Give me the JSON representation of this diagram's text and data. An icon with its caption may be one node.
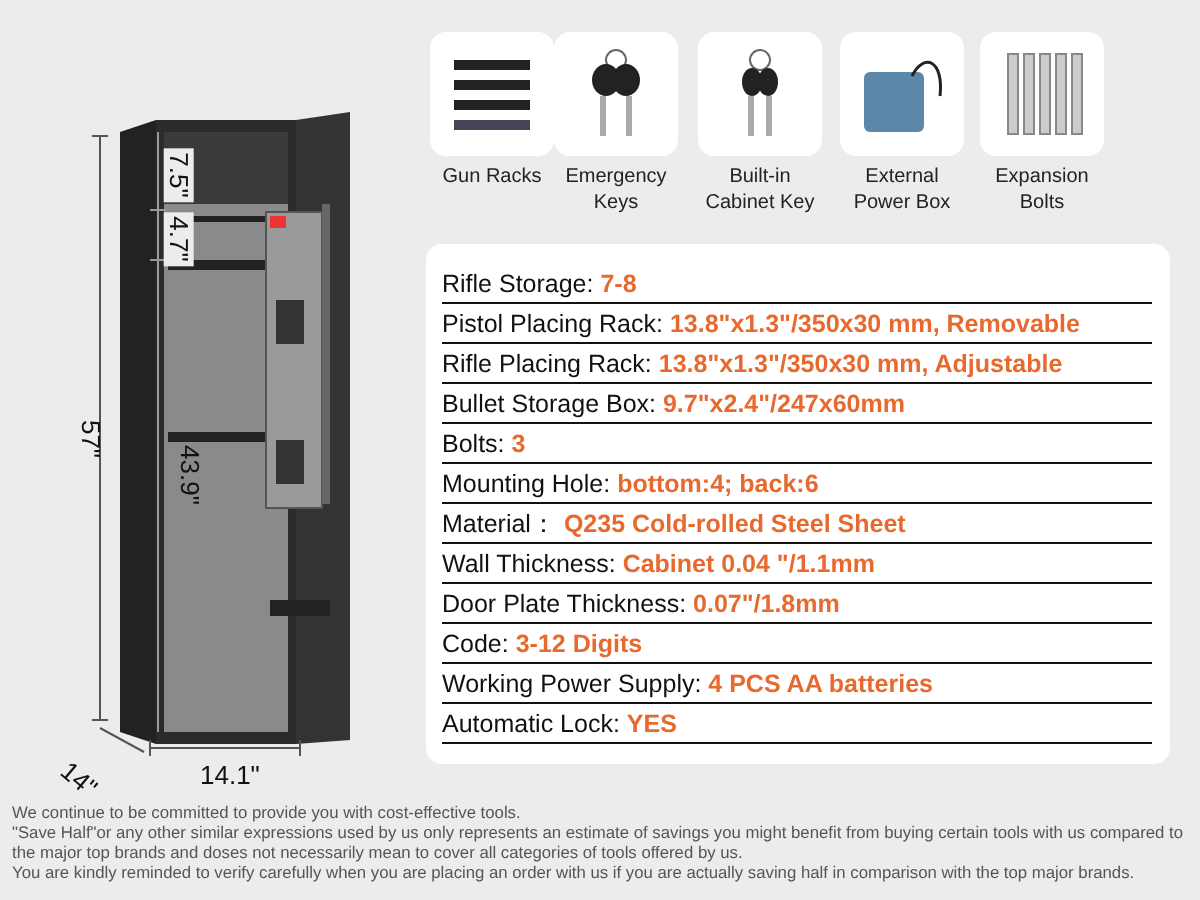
{
  "diagram": {
    "nodes": [
      {
        "text": [
          "Gun Racks"
        ]
      },
      {
        "text": [
          "Emergency Keys"
        ]
      },
      {
        "text": [
          "Built-in Cabinet Key"
        ]
      },
      {
        "text": [
          "External Power Box"
        ]
      },
      {
        "text": [
          "Expansion Bolts"
        ]
      }
    ],
    "labels": [
      "7.5\"",
      "4.7\"",
      "57\"",
      "43.9\"",
      "14\"",
      "14.1\"",
      "Rifle Storage: **7-8**",
      "Pistol Placing Rack: **13.8\"x1.3\"/350x30 mm, Removable**",
      "Rifle Placing Rack: **13.8\"x1.3\"/350x30 mm, Adjustable**",
      "Bullet Storage Box: **9.7\"x2.4\"/247x60mm**",
      "Bolts: **3**",
      "Mounting Hole: **bottom:4; back:6**",
      "Material： **Q235 Cold-rolled Steel Sheet**",
      "Wall Thickness: **Cabinet 0.04 \"/1.1mm**",
      "Door Plate Thickness: **0.07\"/1.8mm**",
      "Code: **3-12 Digits**",
      "Working Power Supply: **4 PCS AA batteries**",
      "Automatic Lock: **YES**",
      "We continue to be committed to provide you with cost-effective tools.",
      "\"Save Half\"or any other similar expressions used by us only represents an estimate of savings you might benefit from buying certain tools with us compared to the major top brands and doses not necessarily mean to cover all categories of tools offered by us.",
      "You are kindly reminded to verify carefully when you are placing an order with us if you are actually saving half in comparison with the top major brands."
    ]
  }
}
